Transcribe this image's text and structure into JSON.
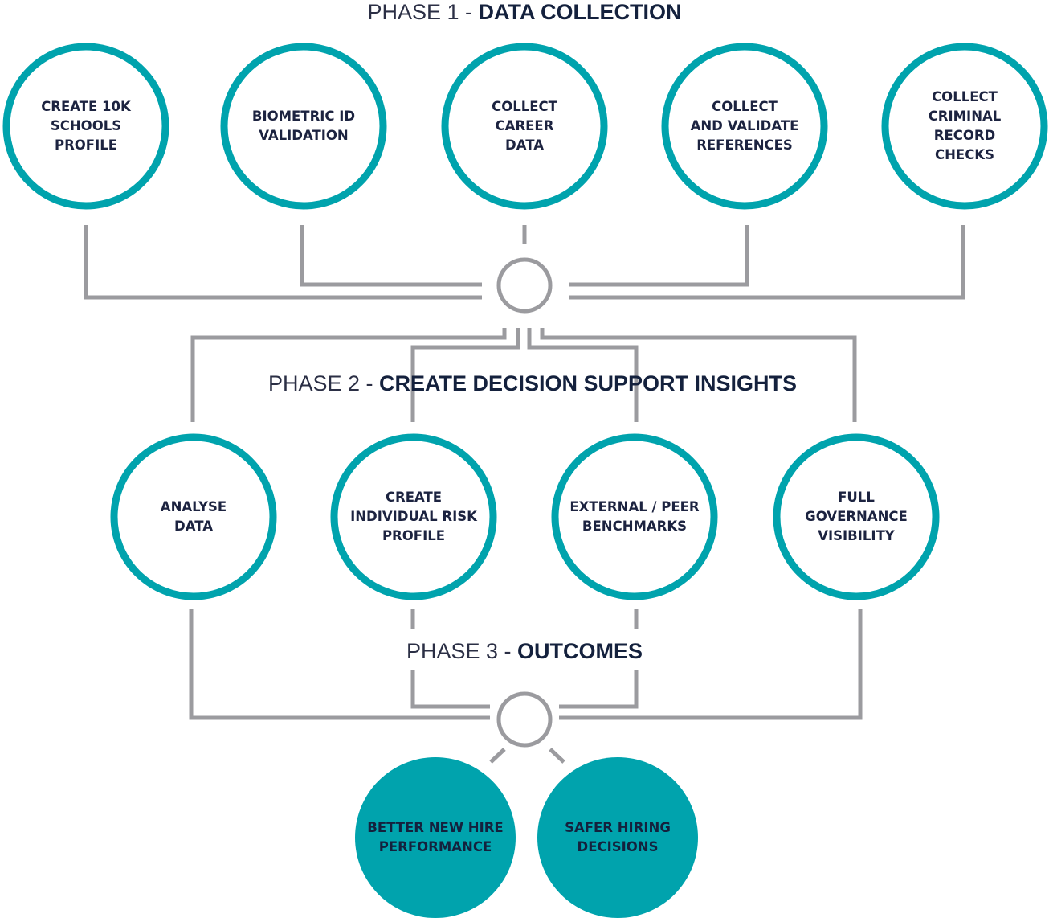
{
  "phases": {
    "p1": {
      "prefix": "PHASE 1 - ",
      "title": "DATA COLLECTION"
    },
    "p2": {
      "prefix": "PHASE 2 - ",
      "title": "CREATE DECISION SUPPORT INSIGHTS"
    },
    "p3": {
      "prefix": "PHASE 3 - ",
      "title": "OUTCOMES"
    }
  },
  "phase1_nodes": [
    "CREATE 10K\nSCHOOLS\nPROFILE",
    "BIOMETRIC ID\nVALIDATION",
    "COLLECT\nCAREER\nDATA",
    "COLLECT\nAND VALIDATE\nREFERENCES",
    "COLLECT\nCRIMINAL\nRECORD\nCHECKS"
  ],
  "phase2_nodes": [
    "ANALYSE\nDATA",
    "CREATE\nINDIVIDUAL RISK\nPROFILE",
    "EXTERNAL / PEER\nBENCHMARKS",
    "FULL\nGOVERNANCE\nVISIBILITY"
  ],
  "outcomes": [
    "BETTER NEW HIRE\nPERFORMANCE",
    "SAFER HIRING\nDECISIONS"
  ],
  "colors": {
    "teal": "#00a3ad",
    "connector": "#9b9b9f",
    "text_dark": "#14213d"
  }
}
